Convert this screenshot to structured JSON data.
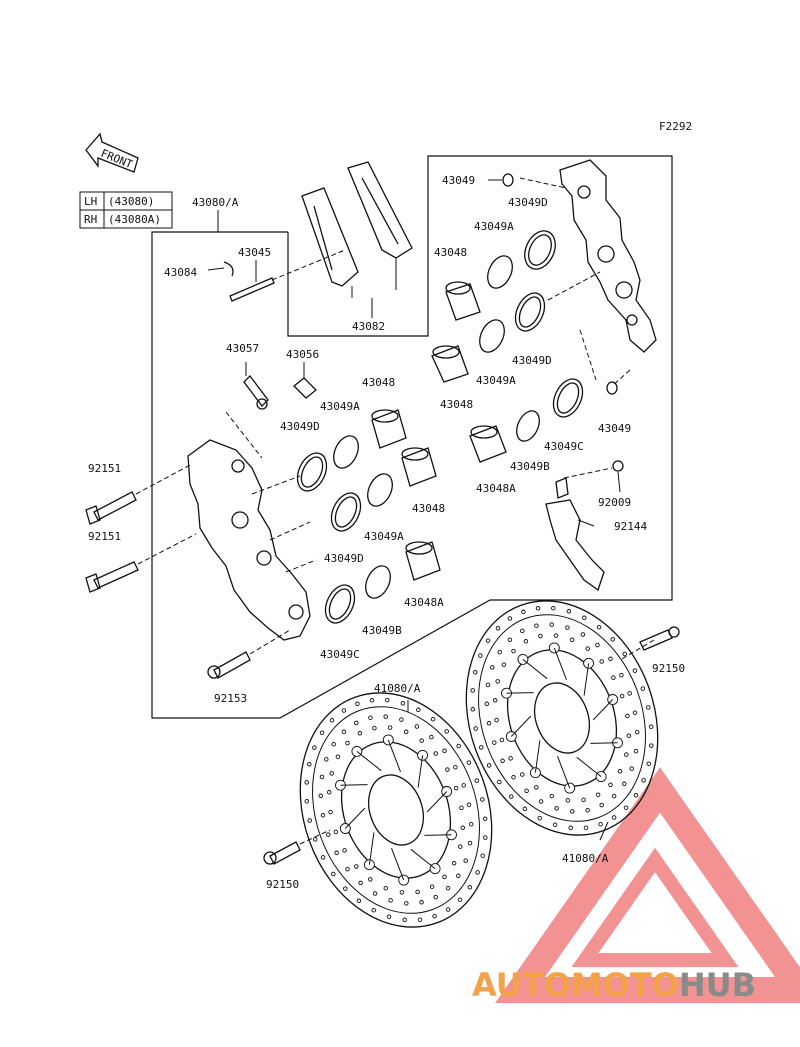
{
  "figure_code": "F2292",
  "front_marker": "FRONT",
  "legend": [
    {
      "side": "LH",
      "part": "(43080)"
    },
    {
      "side": "RH",
      "part": "(43080A)"
    }
  ],
  "labels": {
    "l43080": "43080/A",
    "l43045": "43045",
    "l43084": "43084",
    "l43082": "43082",
    "l43049_top": "43049",
    "l43049D_1": "43049D",
    "l43049A_1": "43049A",
    "l43048_1": "43048",
    "l43049D_2": "43049D",
    "l43049A_2": "43049A",
    "l43048_2": "43048",
    "l43049_r": "43049",
    "l43049C_1": "43049C",
    "l43049B_1": "43049B",
    "l43048A_1": "43048A",
    "l92009": "92009",
    "l92144": "92144",
    "l43057": "43057",
    "l43056": "43056",
    "l43048_3": "43048",
    "l43049A_3": "43049A",
    "l43049D_3": "43049D",
    "l92151_1": "92151",
    "l92151_2": "92151",
    "l43048_4": "43048",
    "l43049A_4": "43049A",
    "l43049D_4": "43049D",
    "l43048A_2": "43048A",
    "l43049B_2": "43049B",
    "l43049C_2": "43049C",
    "l92153": "92153",
    "l41080_1": "41080/A",
    "l92150_1": "92150",
    "l41080_2": "41080/A",
    "l92150_2": "92150"
  },
  "watermark": {
    "part1": "AUTOMOTO",
    "part2": "HUB",
    "color1": "#f4a24a",
    "color2": "#f08080",
    "color3": "#8a8a8a"
  }
}
